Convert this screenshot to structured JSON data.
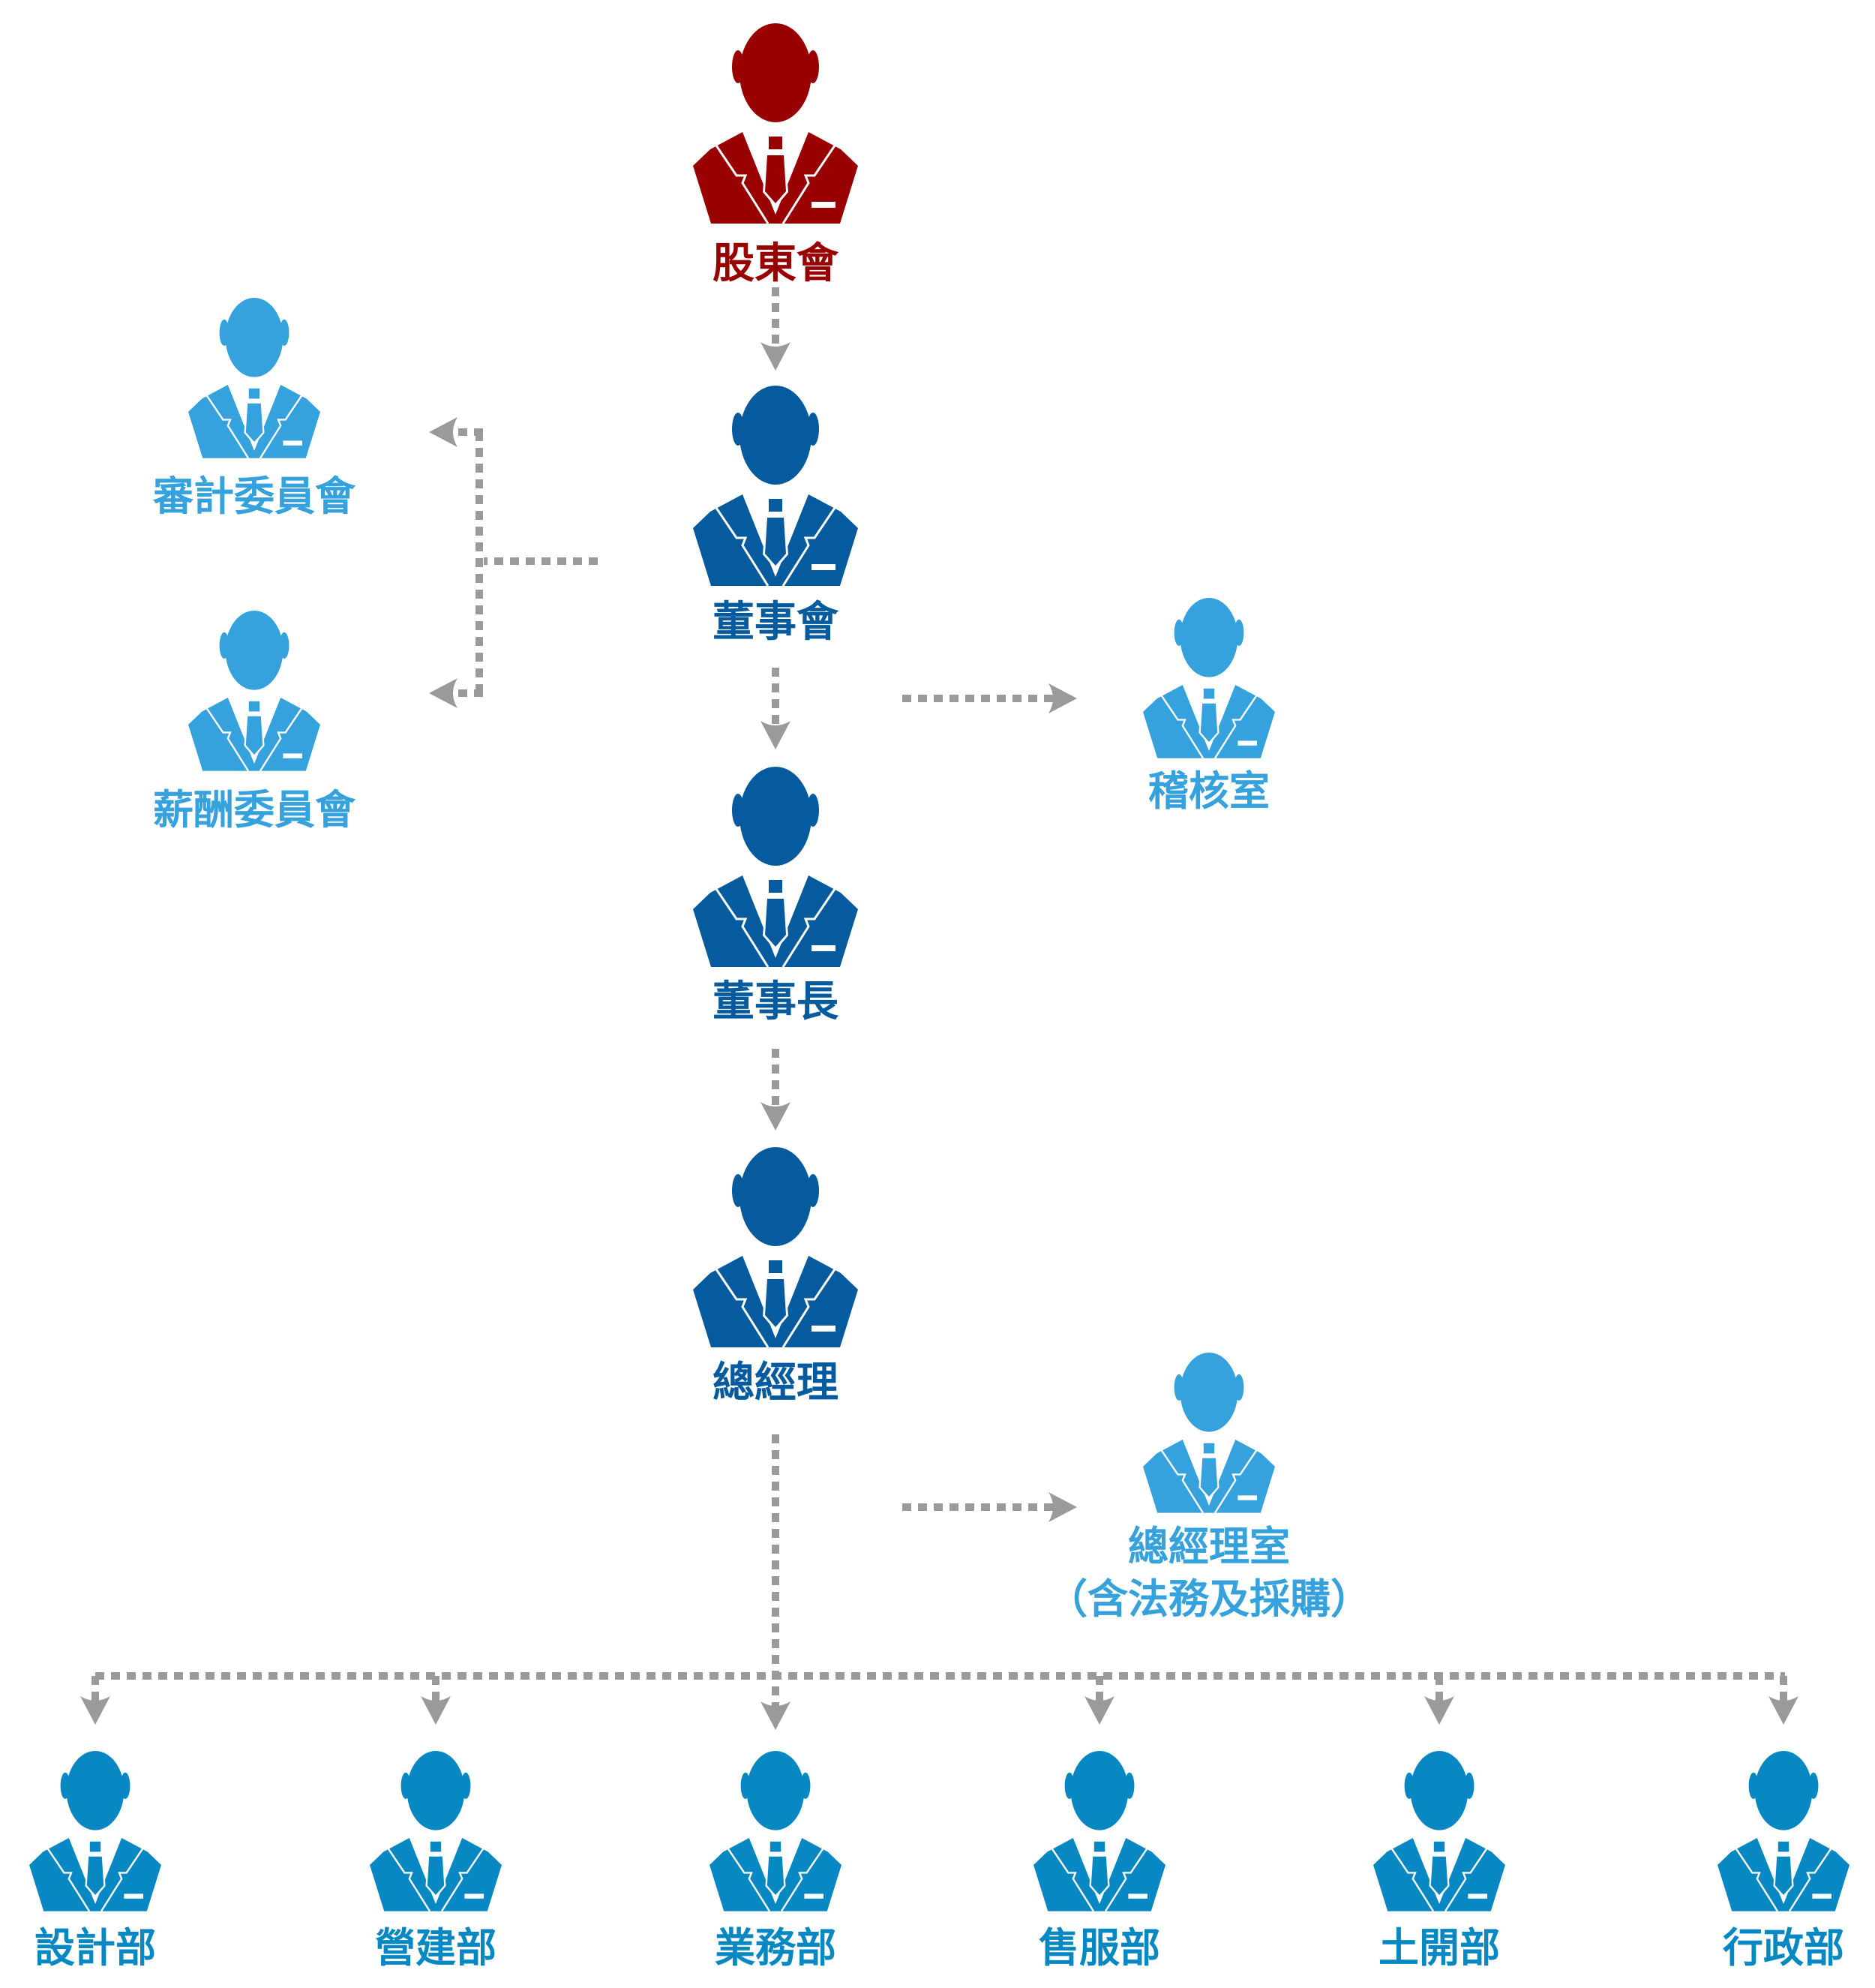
{
  "colors": {
    "shareholders": "#990000",
    "executive": "#065a9e",
    "staff_office": "#35a1dd",
    "department": "#0788c2",
    "connector": "#9a9a9a"
  },
  "nodes": {
    "shareholders": "股東會",
    "board": "董事會",
    "chairman": "董事長",
    "general_manager": "總經理",
    "audit_committee": "審計委員會",
    "compensation_committee": "薪酬委員會",
    "audit_office": "稽核室",
    "gm_office": "總經理室",
    "gm_office_note": "（含法務及採購）"
  },
  "departments": [
    "設計部",
    "營建部",
    "業務部",
    "售服部",
    "土開部",
    "行政部"
  ]
}
